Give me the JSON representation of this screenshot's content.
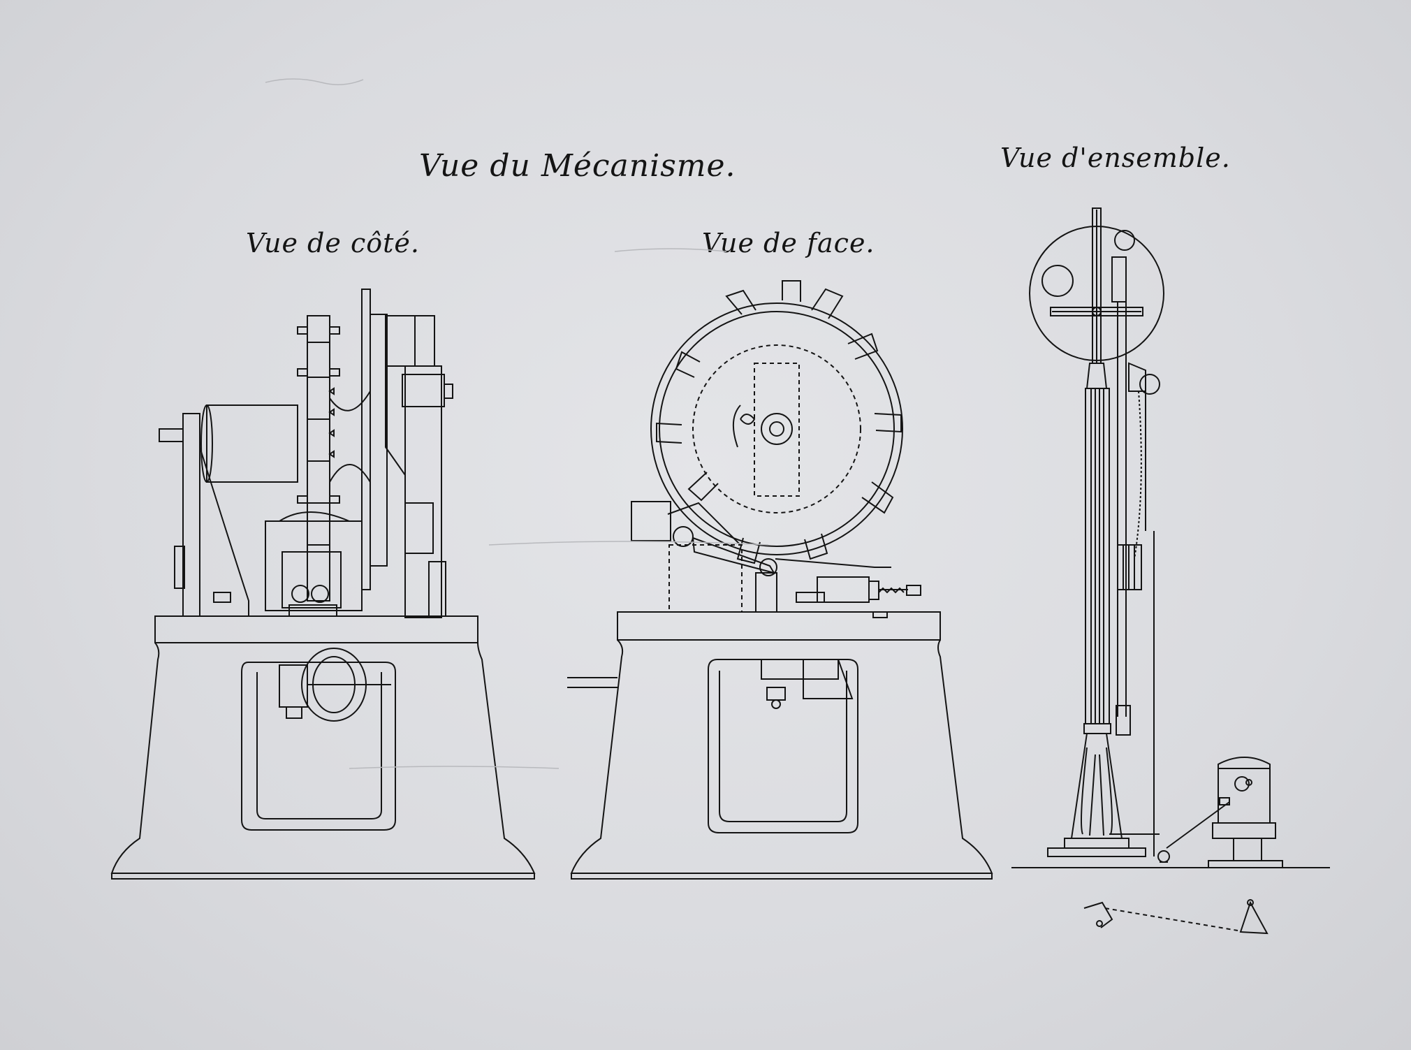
{
  "titles": {
    "main": "Vue du Mécanisme.",
    "side": "Vue de côté.",
    "face": "Vue de face.",
    "ensemble": "Vue d'ensemble."
  },
  "colors": {
    "paper": "#dcdde0",
    "ink": "#141414"
  }
}
